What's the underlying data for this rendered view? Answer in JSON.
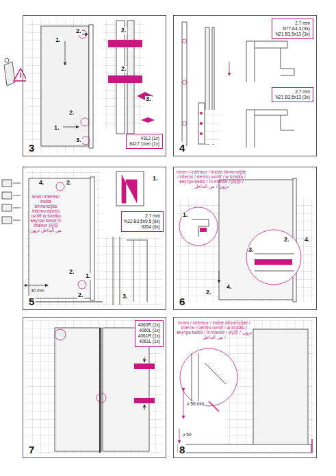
{
  "diagram": {
    "nodes": [
      {
        "text": [
          "3"
        ]
      },
      {
        "text": [
          "4312 (1x)",
          "8417 1mm (1x)"
        ],
        "in": 0
      },
      {
        "text": [
          "4"
        ]
      },
      {
        "text": [
          "2,7 mm",
          "N77 A4,3 (3x)",
          "N21 B3,5x13 (3x)"
        ],
        "in": 2
      },
      {
        "text": [
          "2,7 mm",
          "N21 B3,5x13 (3x)"
        ],
        "in": 2
      },
      {
        "text": [
          "5"
        ]
      },
      {
        "text": [
          "2,7 mm",
          "N22 B3,5x9,5 (6x)",
          "9264 (6x)"
        ],
        "in": 5
      },
      {
        "text": [
          "6"
        ]
      },
      {
        "text": [
          "7"
        ]
      },
      {
        "text": [
          "4060R (1x)",
          "4060L (1x)",
          "4061R (1x)",
          "4061L (1x)"
        ],
        "in": 8
      },
      {
        "text": [
          "8"
        ]
      }
    ],
    "labels": [
      "1.",
      "2.",
      "2.",
      "2.",
      "3.",
      "2.",
      "1.",
      "3.",
      "4.",
      "2.",
      "1.",
      "innen intérieur inside binnenzijde interno dentro uvnitř w środku внутри belső În interior 内部 من الداخل درون",
      "30 mm",
      "2.",
      "1.",
      "2.",
      "3.",
      "innen / intérieur / inside binnenzijde / interno / dentro uvnitř / w środku / внутри belső / În interior / 内部 / درون / من الداخل",
      "1.",
      "2.",
      "4.",
      "3.",
      "2.",
      "4.",
      "innen / intérieur / inside binnenzijde / interno / dentro uvnitř / w środku / внутри belső / În interior / 内部 / درون / من الداخل",
      "≥ 50 mm",
      "≥ 50"
    ]
  }
}
